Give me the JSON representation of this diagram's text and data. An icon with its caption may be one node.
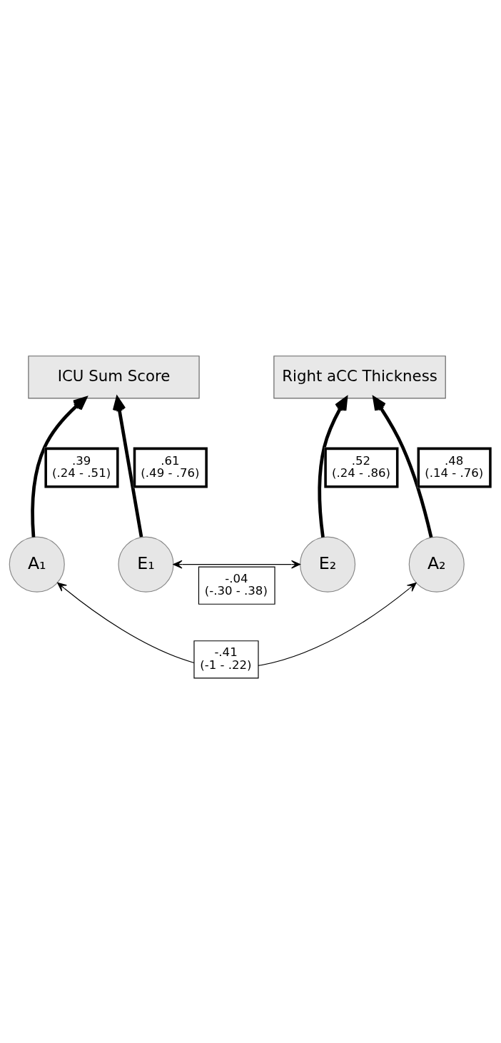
{
  "diagram": {
    "nodes": [
      {
        "text": [
          "A₁"
        ]
      },
      {
        "text": [
          "E₁"
        ]
      },
      {
        "text": [
          "E₂"
        ]
      },
      {
        "text": [
          "A₂"
        ]
      },
      {
        "text": [
          "ICU Sum Score"
        ]
      },
      {
        "text": [
          "Right aCC Thickness"
        ]
      }
    ],
    "edges": [
      {
        "from": 0,
        "to": 4,
        "arrow": "to",
        "label": ".39 (.24 - .51)"
      },
      {
        "from": 1,
        "to": 4,
        "arrow": "to",
        "label": ".61 (.49 - .76)"
      },
      {
        "from": 2,
        "to": 5,
        "arrow": "to",
        "label": ".52 (.24 - .86)"
      },
      {
        "from": 3,
        "to": 5,
        "arrow": "to",
        "label": ".48 (.14 - .76)"
      },
      {
        "from": 0,
        "to": 3,
        "arrow": "both",
        "label": "-.41 (-1 - .22)"
      },
      {
        "from": 1,
        "to": 2,
        "arrow": "both",
        "label": "-.04 (-.30 - .38)"
      }
    ]
  }
}
